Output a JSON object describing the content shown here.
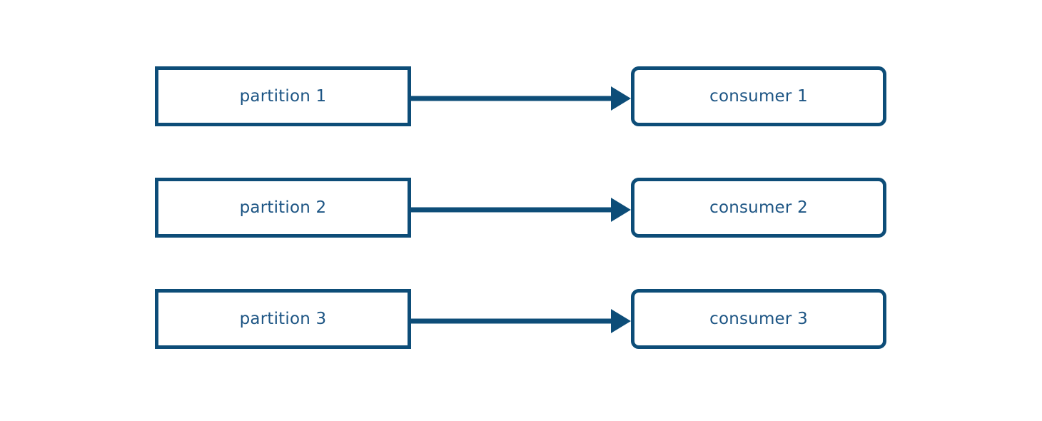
{
  "diagram": {
    "type": "flow-mapping",
    "background_color": "#ffffff",
    "stroke_color": "#0d4d78",
    "text_color": "#1d5584",
    "rows": [
      {
        "source_label": "partition 1",
        "target_label": "consumer 1",
        "connector": "arrow-right"
      },
      {
        "source_label": "partition 2",
        "target_label": "consumer 2",
        "connector": "arrow-right"
      },
      {
        "source_label": "partition 3",
        "target_label": "consumer 3",
        "connector": "arrow-right"
      }
    ]
  }
}
